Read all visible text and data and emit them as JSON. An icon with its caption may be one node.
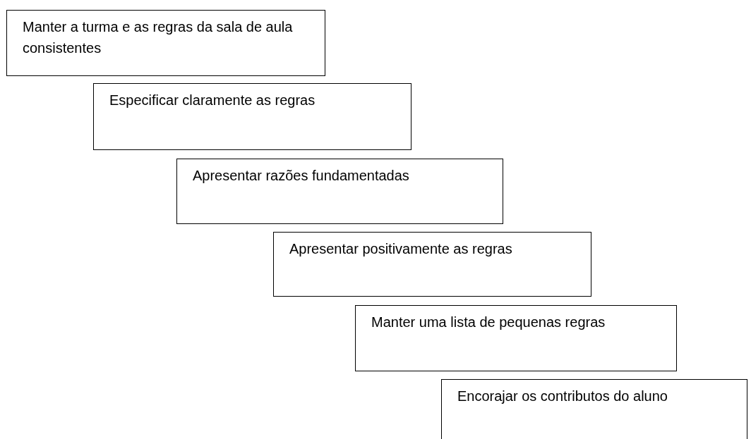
{
  "diagram": {
    "nodes": [
      {
        "text": [
          "Manter a turma e as regras da sala de aula consistentes"
        ]
      },
      {
        "text": [
          "Especificar claramente as regras"
        ]
      },
      {
        "text": [
          "Apresentar razões fundamentadas"
        ]
      },
      {
        "text": [
          "Apresentar positivamente as regras"
        ]
      },
      {
        "text": [
          "Manter uma lista de pequenas regras"
        ]
      },
      {
        "text": [
          "Encorajar os contributos do aluno"
        ]
      }
    ],
    "edges": []
  }
}
